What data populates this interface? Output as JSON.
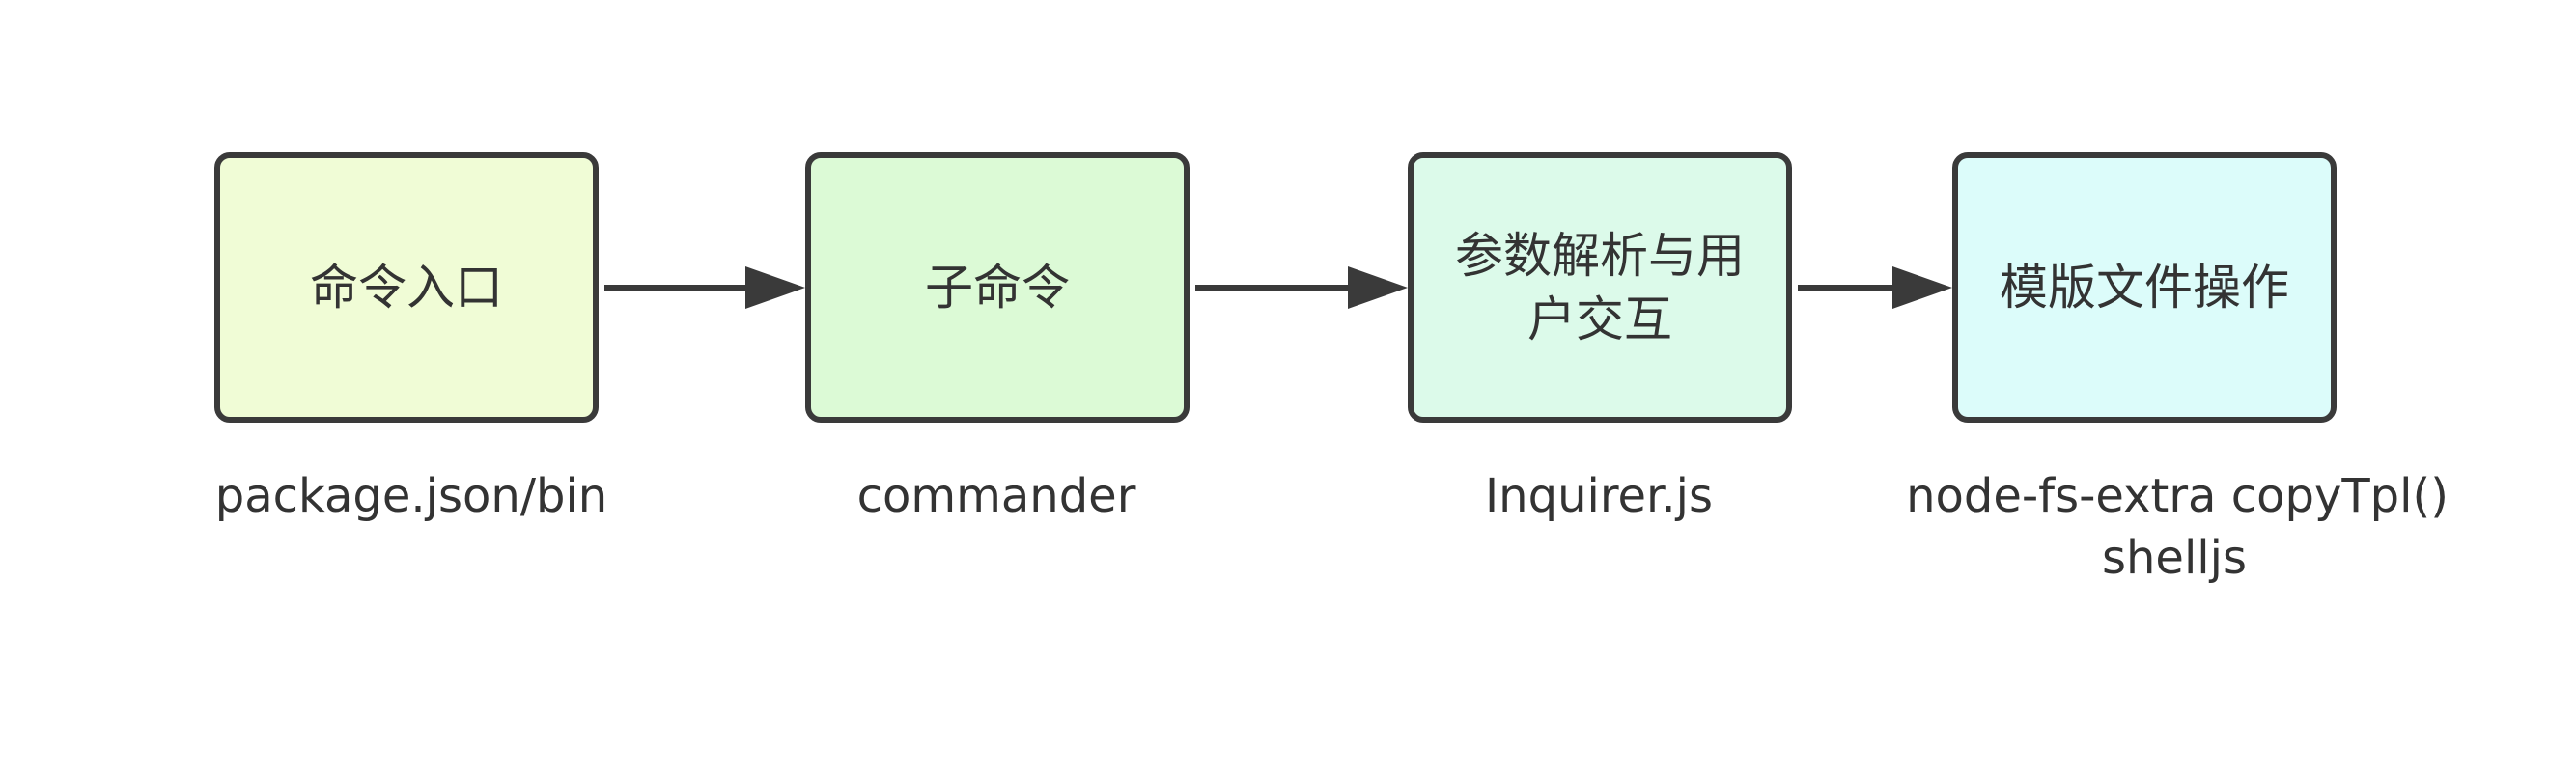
{
  "nodes": [
    {
      "label": "命令入口",
      "fill": "#f0fcd6"
    },
    {
      "label": "子命令",
      "fill": "#dcfad6"
    },
    {
      "label": "参数解析与用户交互",
      "fill": "#dcfaea"
    },
    {
      "label": "模版文件操作",
      "fill": "#dcfcfa"
    }
  ],
  "captions": {
    "entry": "package.json/bin",
    "subcommand": "commander",
    "interaction": "Inquirer.js",
    "template_line1": "node-fs-extra   copyTpl()",
    "template_line2": "shelljs"
  },
  "colors": {
    "stroke": "#3a3a3a",
    "text": "#333333"
  }
}
